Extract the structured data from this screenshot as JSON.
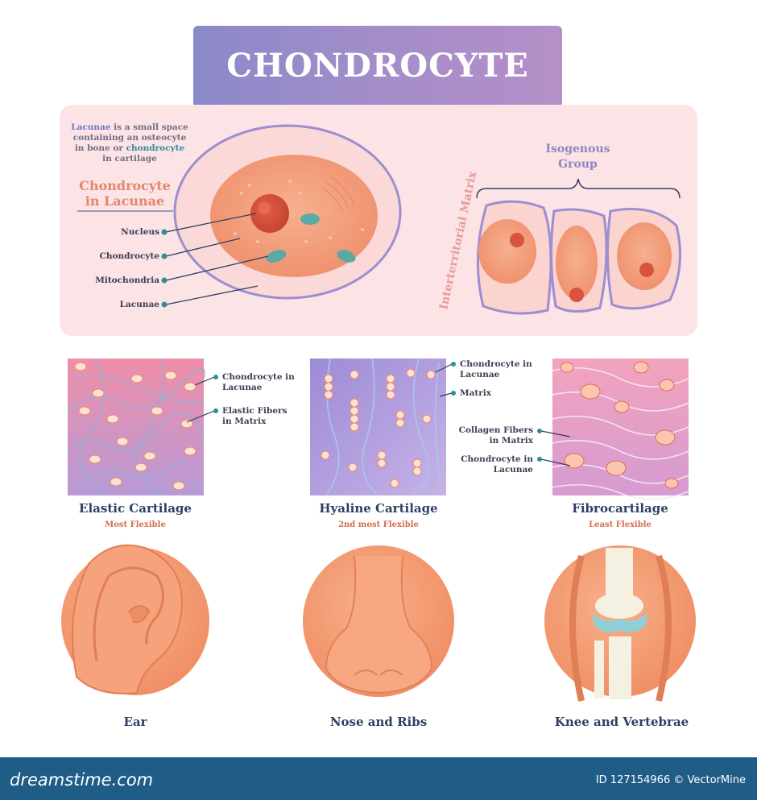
{
  "title": "CHONDROCYTE",
  "lacunae_note": {
    "part1": "Lacunae",
    "part2": " is a small space containing an osteocyte in bone or ",
    "part3": "chondrocyte",
    "part4": " in cartilage"
  },
  "cell_section": {
    "heading": "Chondrocyte in Lacunae",
    "labels": [
      "Nucleus",
      "Chondrocyte",
      "Mitochondria",
      "Lacunae"
    ]
  },
  "interterritorial_label": "Interterritorial Matrix",
  "isogenous_label": "Isogenous Group",
  "cartilages": [
    {
      "name": "Elastic Cartilage",
      "flexibility": "Most Flexible",
      "callouts": [
        "Chondrocyte in Lacunae",
        "Elastic Fibers in Matrix"
      ],
      "location": "Ear"
    },
    {
      "name": "Hyaline Cartilage",
      "flexibility": "2nd most Flexible",
      "callouts": [
        "Chondrocyte in Lacunae",
        "Matrix"
      ],
      "location": "Nose and Ribs"
    },
    {
      "name": "Fibrocartilage",
      "flexibility": "Least Flexible",
      "callouts": [
        "Collagen Fibers in Matrix",
        "Chondrocyte in Lacunae"
      ],
      "location": "Knee and Vertebrae"
    }
  ],
  "footer": {
    "logo": "dreamstime.com",
    "id_text": "ID 127154966 © VectorMine"
  },
  "colors": {
    "banner": "#9a8bc9",
    "panel": "#fbe3e6",
    "cell": "#f4a585",
    "nucleus": "#d9533e",
    "lacuna_border": "#9c8ed0",
    "mitochondria": "#5aa9a3",
    "label_text": "#2f3f63",
    "accent_orange": "#e3866b",
    "footer": "#1f5d87"
  }
}
